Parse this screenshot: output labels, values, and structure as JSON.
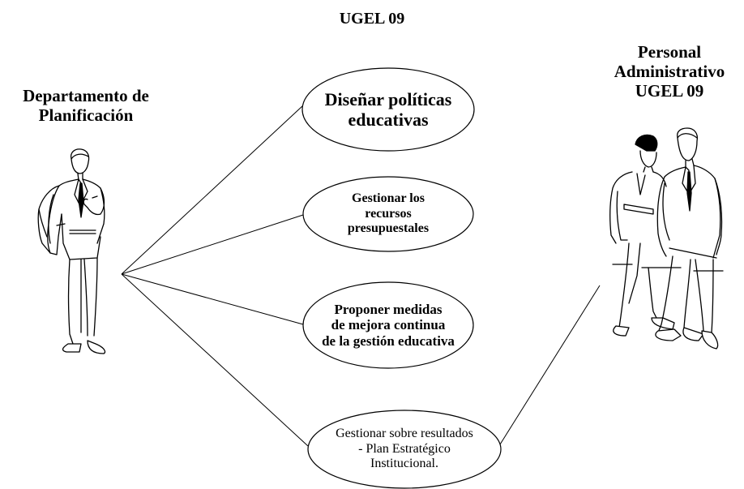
{
  "title": "UGEL 09",
  "actors": {
    "left": {
      "name": "Departamento de\nPlanificación",
      "icon": "businessman-figure-icon"
    },
    "right": {
      "name": "Personal\nAdministrativo\nUGEL 09",
      "icon": "staff-group-figure-icon"
    }
  },
  "use_cases": [
    {
      "text": "Diseñar políticas\neducativas"
    },
    {
      "text": "Gestionar los\nrecursos\npresupuestales"
    },
    {
      "text": "Proponer medidas\nde mejora continua\nde la gestión educativa"
    },
    {
      "text": "Gestionar sobre resultados\n-  Plan Estratégico\nInstitucional."
    }
  ],
  "colors": {
    "stroke": "#000000",
    "background": "#ffffff"
  }
}
